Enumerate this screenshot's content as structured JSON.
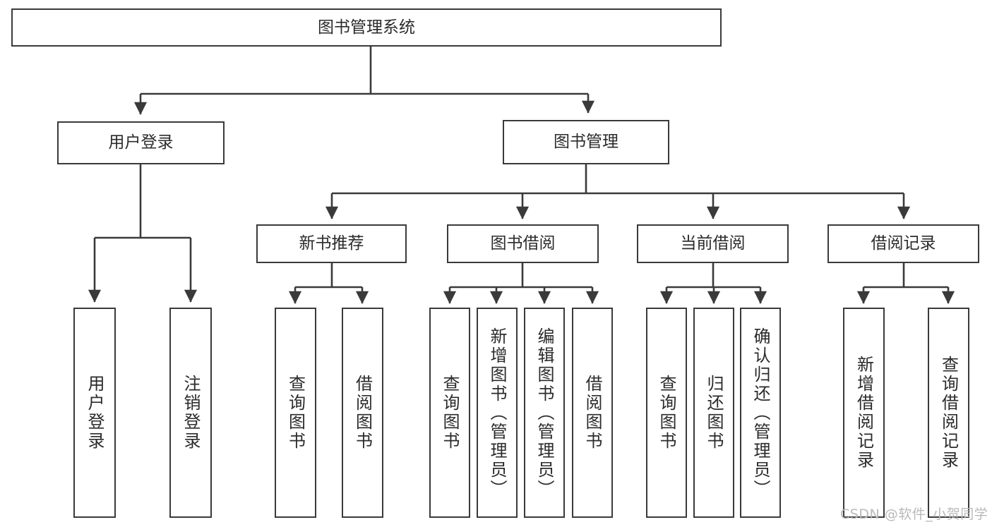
{
  "diagram": {
    "title": "图书管理系统",
    "watermark": "CSDN @软件_小贺同学",
    "colors": {
      "stroke": "#3a3a3a",
      "text": "#2b2b2b",
      "background": "#ffffff",
      "watermark": "#b9b9b9"
    },
    "root": {
      "label": "图书管理系统"
    },
    "level1": [
      {
        "label": "用户登录"
      },
      {
        "label": "图书管理"
      }
    ],
    "level2": [
      {
        "label": "新书推荐"
      },
      {
        "label": "图书借阅"
      },
      {
        "label": "当前借阅"
      },
      {
        "label": "借阅记录"
      }
    ],
    "leaves": {
      "user_login": [
        {
          "label": "用户登录"
        },
        {
          "label": "注销登录"
        }
      ],
      "new_book": [
        {
          "label": "查询图书"
        },
        {
          "label": "借阅图书"
        }
      ],
      "book_borrow": [
        {
          "label": "查询图书"
        },
        {
          "label": "新增图书（管理员）"
        },
        {
          "label": "编辑图书（管理员）"
        },
        {
          "label": "借阅图书"
        }
      ],
      "current_borrow": [
        {
          "label": "查询图书"
        },
        {
          "label": "归还图书"
        },
        {
          "label": "确认归还（管理员）"
        }
      ],
      "borrow_record": [
        {
          "label": "新增借阅记录"
        },
        {
          "label": "查询借阅记录"
        }
      ]
    }
  }
}
